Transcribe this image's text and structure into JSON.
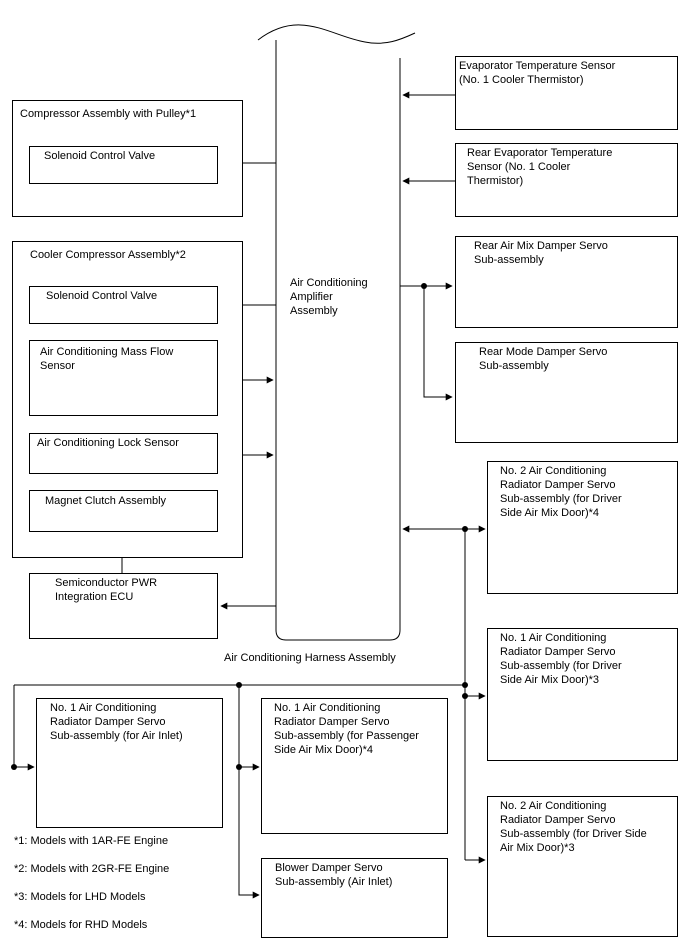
{
  "amplifier": {
    "label": "Air Conditioning\nAmplifier\nAssembly"
  },
  "harness": {
    "label": "Air Conditioning Harness Assembly"
  },
  "groups": {
    "compressor_pulley": {
      "title": "Compressor Assembly with Pulley*1",
      "solenoid": "Solenoid Control Valve"
    },
    "cooler_compressor": {
      "title": "Cooler Compressor Assembly*2",
      "solenoid": "Solenoid Control Valve",
      "mass_flow": "Air Conditioning Mass Flow\nSensor",
      "lock_sensor": "Air Conditioning Lock Sensor",
      "magnet_clutch": "Magnet Clutch Assembly"
    }
  },
  "components": {
    "semiconductor_ecu": "Semiconductor PWR\nIntegration ECU",
    "evap_sensor": "Evaporator Temperature Sensor\n(No. 1 Cooler Thermistor)",
    "rear_evap_sensor": "Rear Evaporator Temperature\nSensor (No. 1 Cooler\nThermistor)",
    "rear_air_mix": "Rear Air Mix Damper Servo\nSub-assembly",
    "rear_mode": "Rear Mode Damper Servo\nSub-assembly",
    "no2_driver_mix_4": "No. 2 Air Conditioning\nRadiator Damper Servo\nSub-assembly (for Driver\nSide Air Mix Door)*4",
    "no1_driver_mix_3": "No. 1 Air Conditioning\nRadiator Damper Servo\nSub-assembly (for Driver\nSide Air Mix Door)*3",
    "no2_driver_mix_3": "No. 2 Air Conditioning\nRadiator Damper Servo\nSub-assembly (for Driver Side\nAir Mix Door)*3",
    "no1_air_inlet": "No. 1 Air Conditioning\nRadiator Damper Servo\nSub-assembly (for Air Inlet)",
    "no1_passenger_mix_4": "No. 1 Air Conditioning\nRadiator Damper Servo\nSub-assembly (for Passenger\nSide Air Mix Door)*4",
    "blower_damper": "Blower Damper Servo\nSub-assembly (Air Inlet)"
  },
  "notes": [
    "*1: Models with 1AR-FE Engine",
    "*2: Models with 2GR-FE Engine",
    "*3: Models for LHD Models",
    "*4: Models for RHD Models"
  ]
}
